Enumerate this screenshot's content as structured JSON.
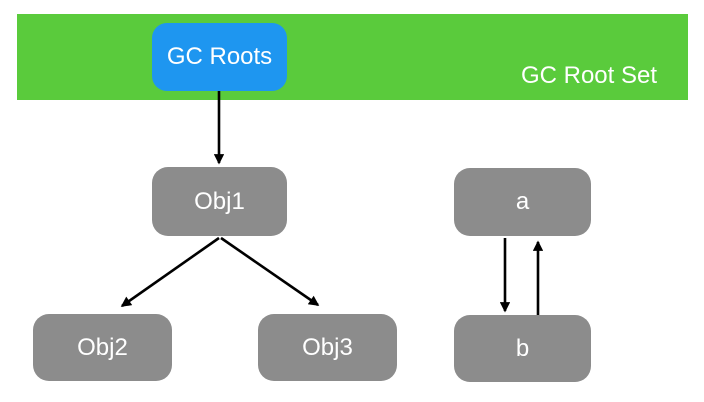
{
  "diagram": {
    "band": {
      "label": "GC Root Set"
    },
    "nodes": {
      "gc_roots": {
        "label": "GC Roots",
        "shape": "rounded-rect",
        "fill": "blue"
      },
      "obj1": {
        "label": "Obj1",
        "shape": "rounded-rect",
        "fill": "gray"
      },
      "obj2": {
        "label": "Obj2",
        "shape": "rounded-rect",
        "fill": "gray"
      },
      "obj3": {
        "label": "Obj3",
        "shape": "rounded-rect",
        "fill": "gray"
      },
      "a": {
        "label": "a",
        "shape": "rounded-rect",
        "fill": "gray"
      },
      "b": {
        "label": "b",
        "shape": "rounded-rect",
        "fill": "gray"
      }
    },
    "edges": [
      {
        "from": "GC Roots",
        "to": "Obj1"
      },
      {
        "from": "Obj1",
        "to": "Obj2"
      },
      {
        "from": "Obj1",
        "to": "Obj3"
      },
      {
        "from": "a",
        "to": "b"
      },
      {
        "from": "b",
        "to": "a"
      }
    ],
    "colors": {
      "band_green": "#5acb3c",
      "node_blue": "#1e96f0",
      "node_gray": "#8c8c8c",
      "arrow_black": "#000000",
      "label_white": "#ffffff"
    }
  }
}
